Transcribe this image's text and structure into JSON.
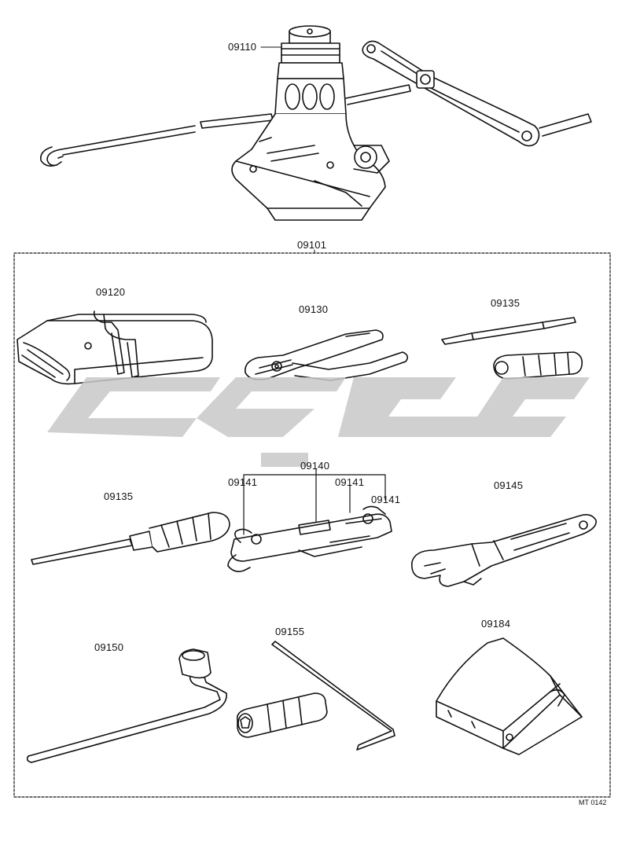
{
  "labels": {
    "jack": "09110",
    "kit": "09101",
    "tool_bag": "09120",
    "pliers": "09130",
    "screwdriver_bit": "09135",
    "screwdriver": "09135",
    "wrench_set": "09140",
    "wrench_a": "09141",
    "wrench_b": "09141",
    "wrench_c": "09141",
    "adjustable_wrench": "09145",
    "lug_wrench": "09150",
    "hex_key": "09155",
    "wheel_chock": "09184"
  },
  "diagram_code": "MT 0142",
  "watermark_color": "#c8c8c8"
}
